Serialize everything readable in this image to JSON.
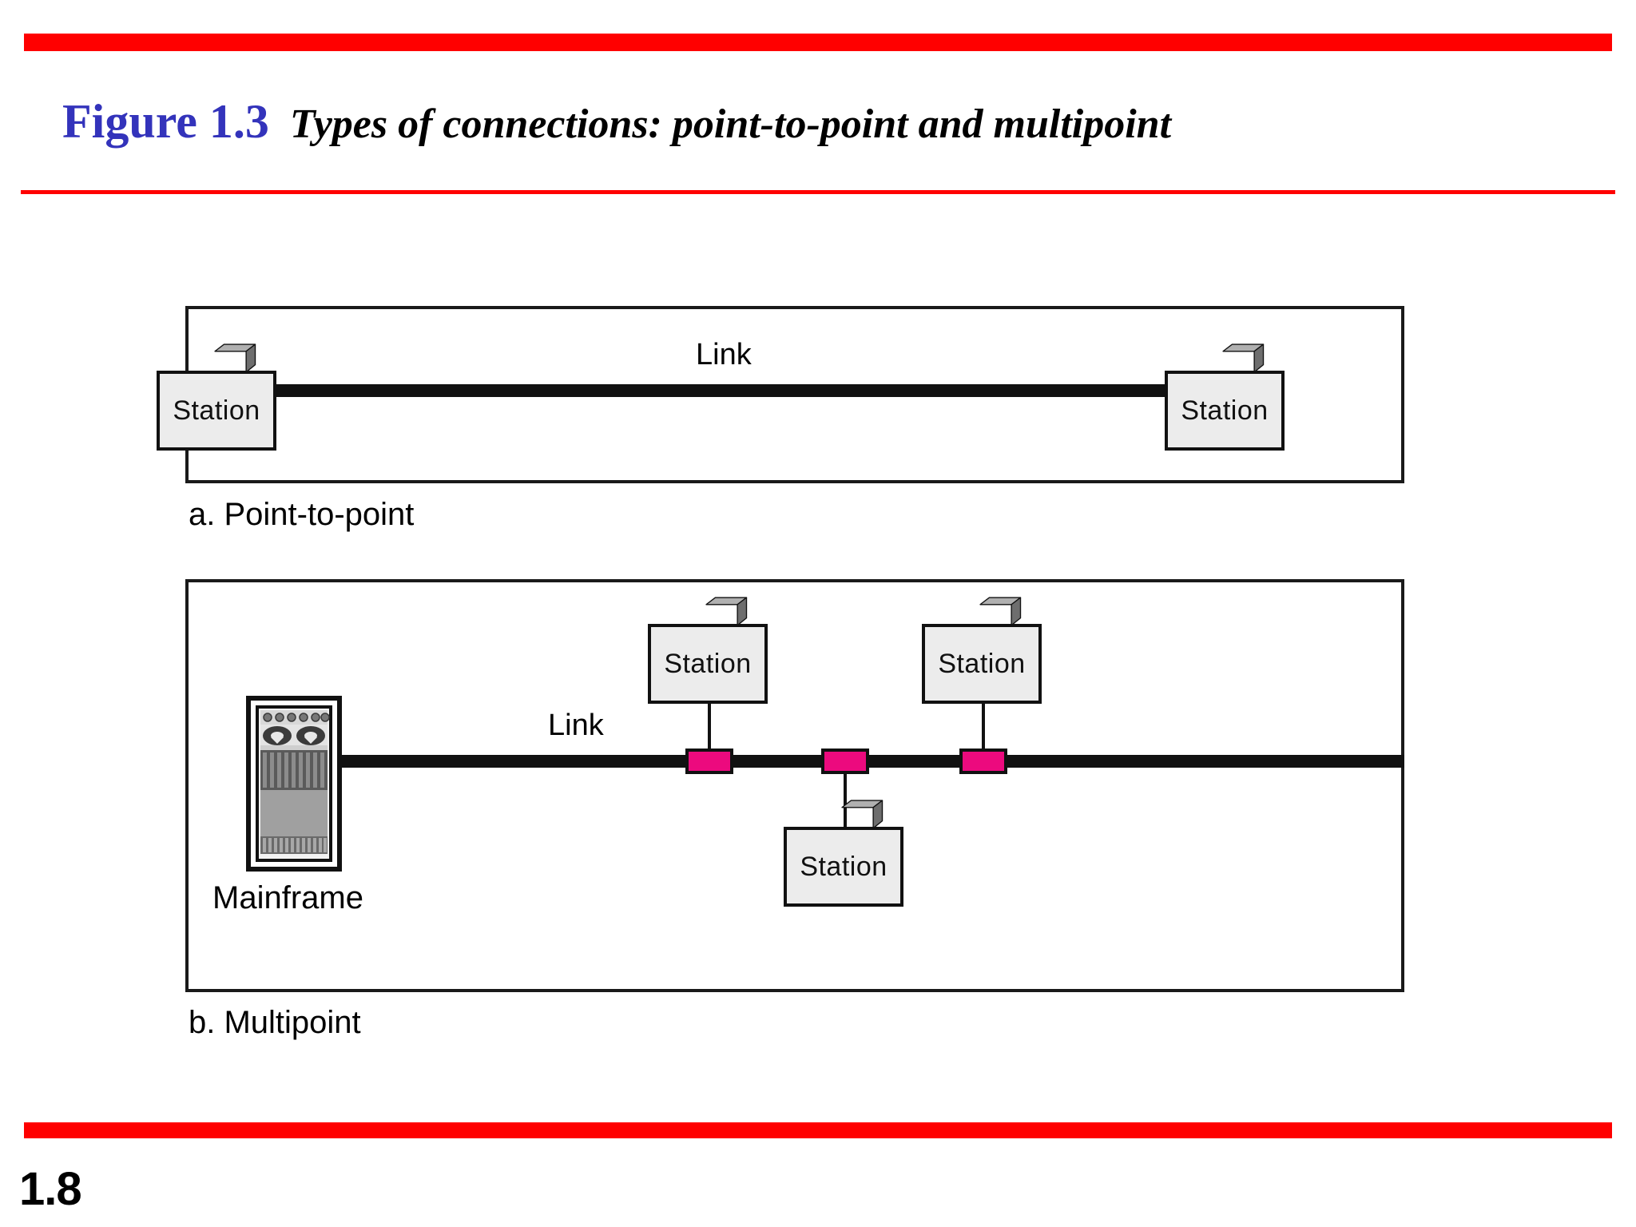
{
  "slide": {
    "number": "1.8",
    "accent_red": "#FF0000",
    "accent_blue": "#3333BB",
    "tap_color": "#EC0A7E",
    "cube_face_color": "#ececec"
  },
  "heading": {
    "figure_number": "Figure 1.3",
    "caption": "Types of connections: point-to-point and multipoint"
  },
  "panels": [
    {
      "id": "point-to-point",
      "caption": "a. Point-to-point",
      "link_label": "Link",
      "nodes": [
        {
          "type": "station",
          "label": "Station"
        },
        {
          "type": "station",
          "label": "Station"
        }
      ]
    },
    {
      "id": "multipoint",
      "caption": "b. Multipoint",
      "link_label": "Link",
      "nodes": [
        {
          "type": "mainframe",
          "label": "Mainframe"
        },
        {
          "type": "station",
          "label": "Station"
        },
        {
          "type": "station",
          "label": "Station"
        },
        {
          "type": "station",
          "label": "Station"
        }
      ],
      "tap_count": 3
    }
  ],
  "labels": {
    "station": "Station",
    "mainframe": "Mainframe",
    "link": "Link"
  }
}
